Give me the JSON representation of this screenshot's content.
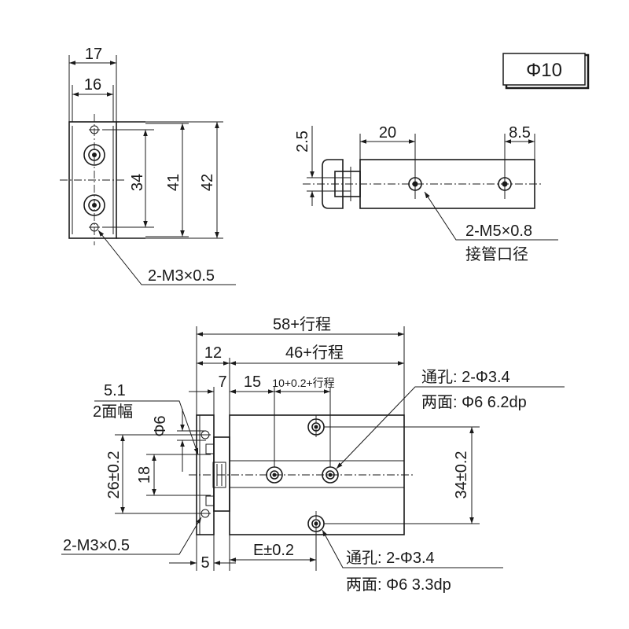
{
  "badge": {
    "text": "Φ10"
  },
  "end_view": {
    "dims": {
      "w17": "17",
      "w16": "16",
      "h34": "34",
      "h41": "41",
      "h42": "42"
    },
    "thread_label": "2-M3×0.5"
  },
  "side_view": {
    "dims": {
      "d2_5": "2.5",
      "d20": "20",
      "d8_5": "8.5"
    },
    "port_label_1": "2-M5×0.8",
    "port_label_2": "接管口径"
  },
  "main_view": {
    "dims": {
      "len58": "58+行程",
      "len46": "46+行程",
      "w12": "12",
      "w7": "7",
      "w15": "15",
      "stroke_small": "10+0.2+行程",
      "w5_1": "5.1",
      "flats": "2面幅",
      "dia6": "Φ6",
      "h26": "26±0.2",
      "h18": "18",
      "h34": "34±0.2",
      "w5": "5",
      "e": "E±0.2"
    },
    "thread_label": "2-M3×0.5",
    "hole_top_1": "通孔: 2-Φ3.4",
    "hole_top_2": "两面: Φ6  6.2dp",
    "hole_bot_1": "通孔: 2-Φ3.4",
    "hole_bot_2": "两面: Φ6  3.3dp"
  }
}
